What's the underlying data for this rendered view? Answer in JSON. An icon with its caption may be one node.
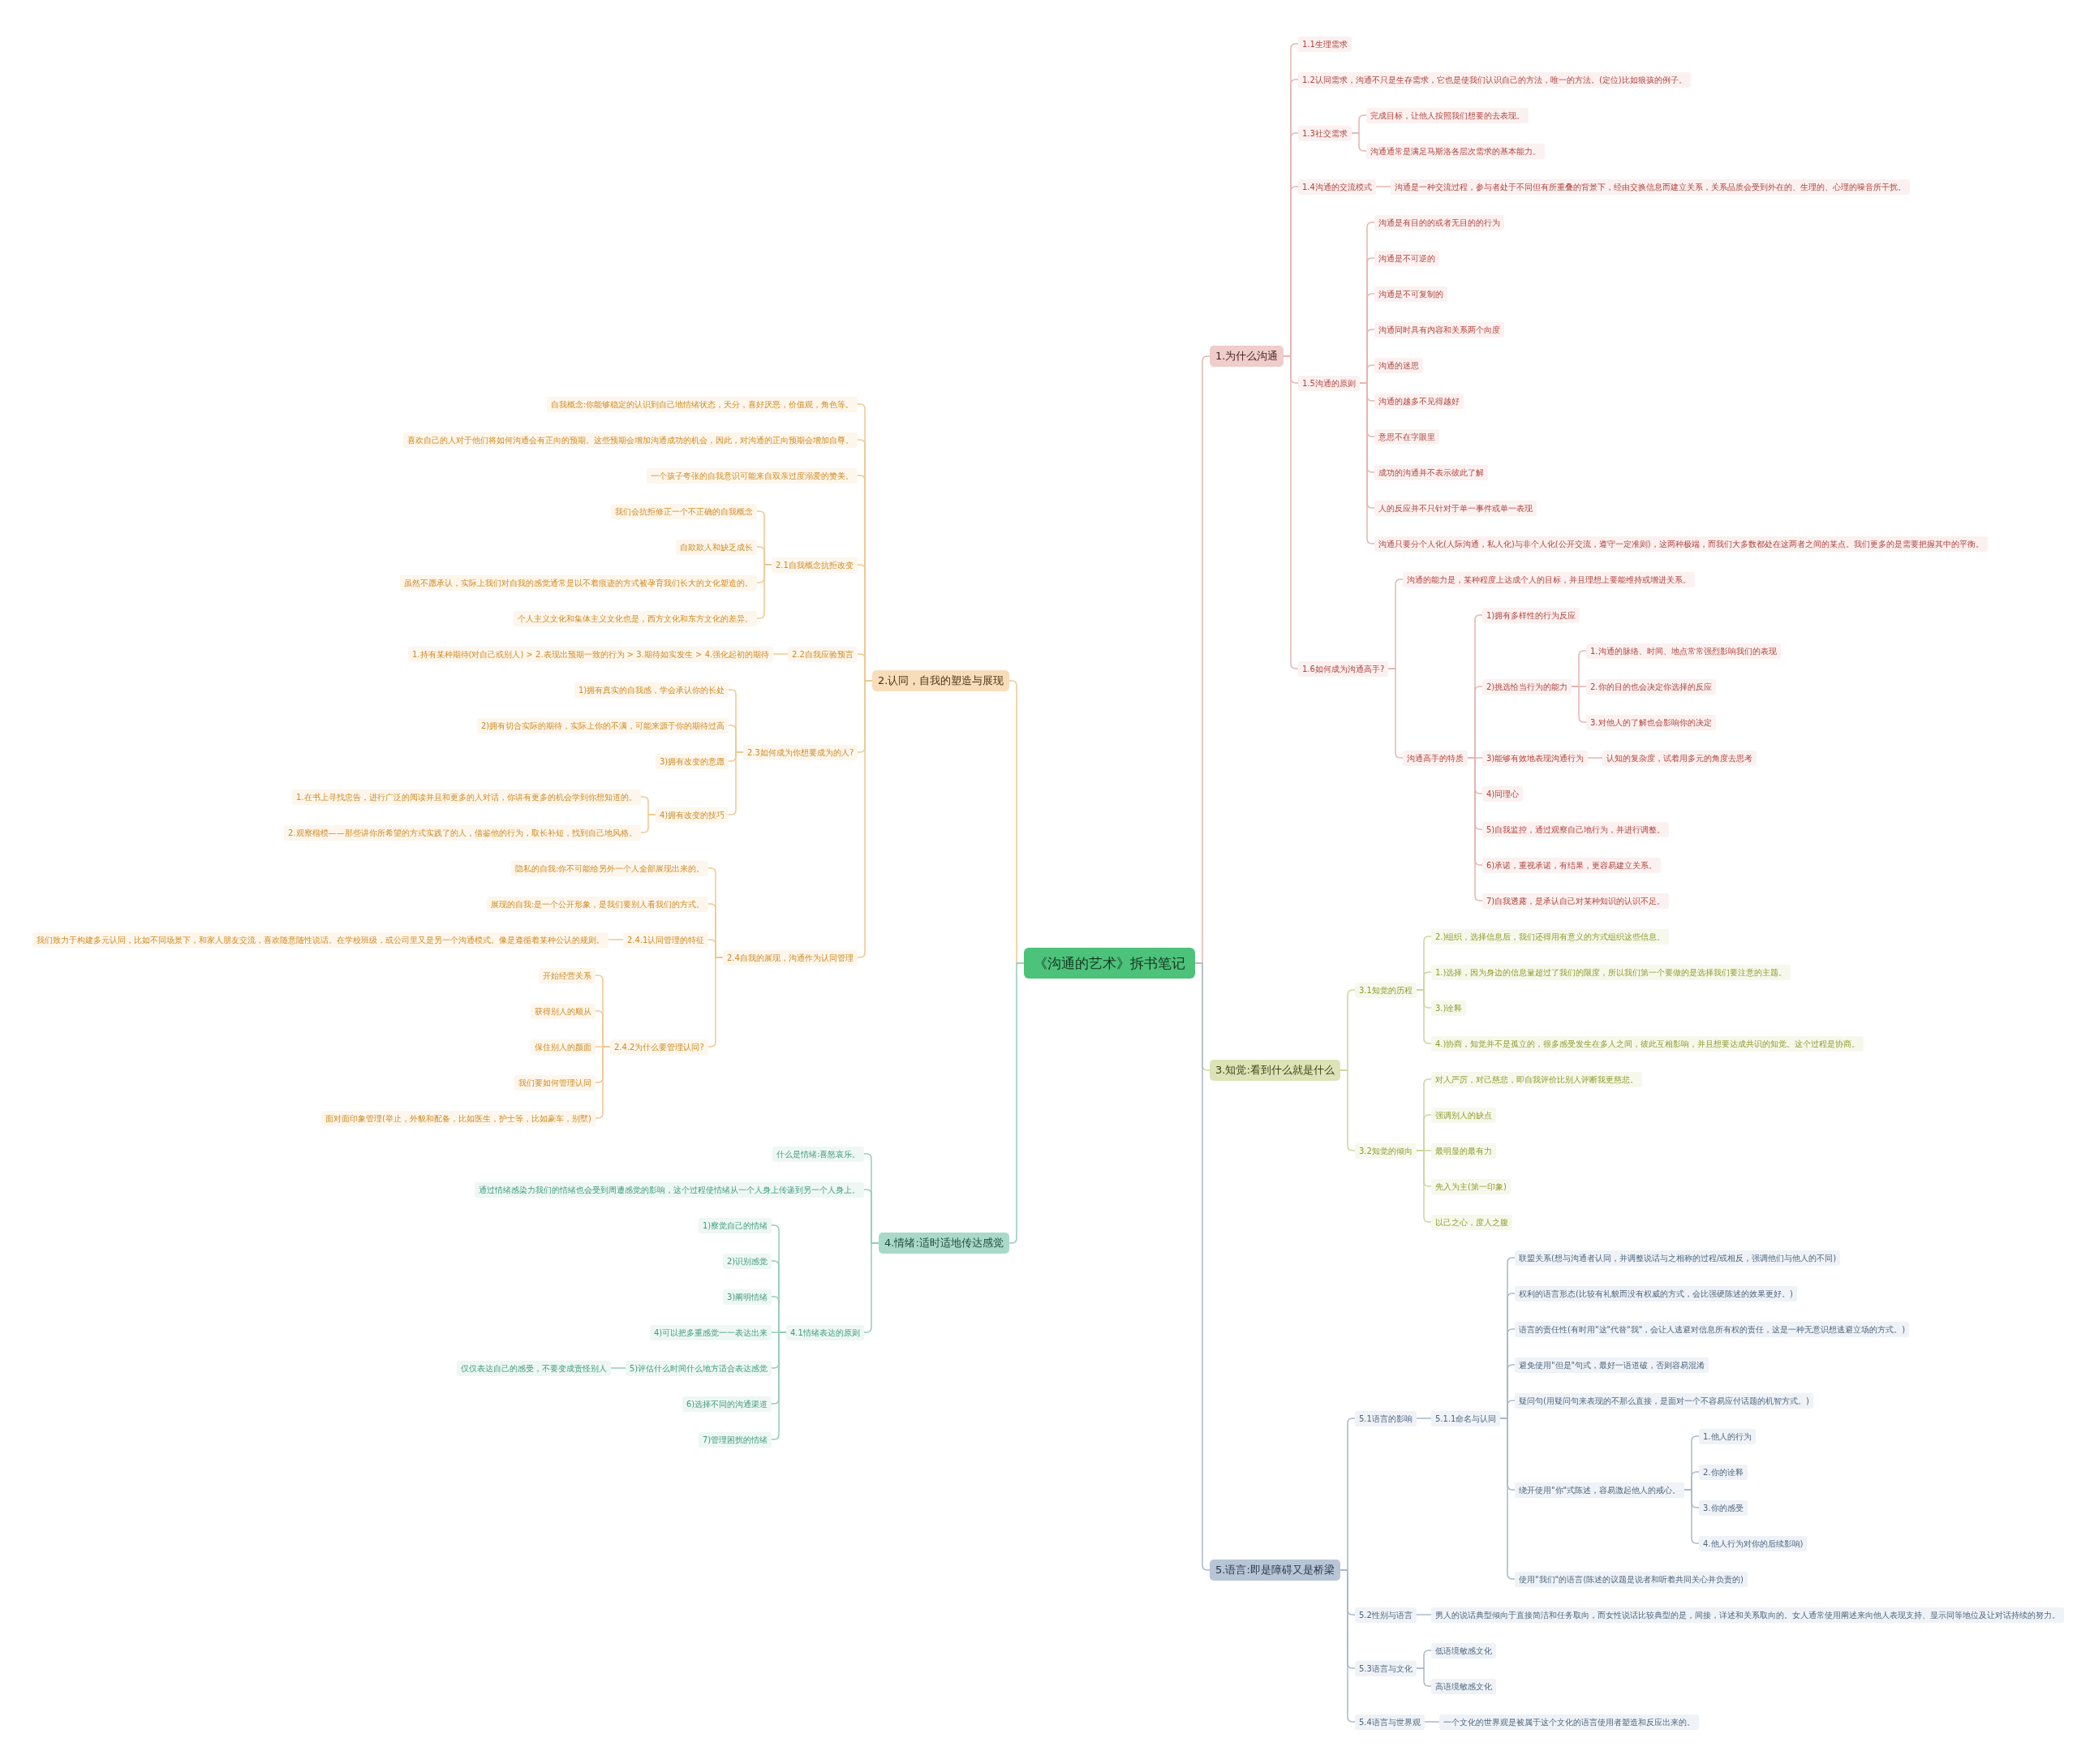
{
  "diagram": {
    "nodes": [
      {
        "text": [
          "《沟通的艺术》拆书笔记"
        ]
      },
      {
        "text": [
          "1.为什么沟通"
        ]
      },
      {
        "text": [
          "1.1生理需求"
        ]
      },
      {
        "text": [
          "1.2认同需求，沟通不只是生存需求，它也是使我们认识自己的方法，唯一的方法。(定位)比如狼孩的例子。"
        ]
      },
      {
        "text": [
          "1.3社交需求"
        ]
      },
      {
        "text": [
          "完成目标，让他人按照我们想要的去表现。"
        ]
      },
      {
        "text": [
          "沟通通常是满足马斯洛各层次需求的基本能力。"
        ]
      },
      {
        "text": [
          "1.4沟通的交流模式"
        ]
      },
      {
        "text": [
          "沟通是一种交流过程，参与者处于不同但有所重叠的背景下，经由交换信息而建立关系，关系品质会受到外在的、生理的、心理的噪音所干扰。"
        ]
      },
      {
        "text": [
          "1.5沟通的原则"
        ]
      },
      {
        "text": [
          "沟通是有目的的或者无目的的行为"
        ]
      },
      {
        "text": [
          "沟通是不可逆的"
        ]
      },
      {
        "text": [
          "沟通是不可复制的"
        ]
      },
      {
        "text": [
          "沟通同时具有内容和关系两个向度"
        ]
      },
      {
        "text": [
          "沟通的迷思"
        ]
      },
      {
        "text": [
          "沟通的越多不见得越好"
        ]
      },
      {
        "text": [
          "意思不在字眼里"
        ]
      },
      {
        "text": [
          "成功的沟通并不表示彼此了解"
        ]
      },
      {
        "text": [
          "人的反应并不只针对于单一事件或单一表现"
        ]
      },
      {
        "text": [
          "沟通只要分个人化(人际沟通，私人化)与非个人化(公开交流，遵守一定准则)，这两种极端，而我们大多数都处在这两者之间的某点。我们更多的是需要把握其中的平衡。"
        ]
      },
      {
        "text": [
          "1.6如何成为沟通高手?"
        ]
      },
      {
        "text": [
          "沟通的能力是，某种程度上达成个人的目标，并且理想上要能维持或增进关系。"
        ]
      },
      {
        "text": [
          "沟通高手的特质"
        ]
      },
      {
        "text": [
          "1)拥有多样性的行为反应"
        ]
      },
      {
        "text": [
          "2)挑选恰当行为的能力"
        ]
      },
      {
        "text": [
          "1.沟通的脉络、时间、地点常常强烈影响我们的表现"
        ]
      },
      {
        "text": [
          "2.你的目的也会决定你选择的反应"
        ]
      },
      {
        "text": [
          "3.对他人的了解也会影响你的决定"
        ]
      },
      {
        "text": [
          "3)能够有效地表现沟通行为"
        ]
      },
      {
        "text": [
          "认知的复杂度，试着用多元的角度去思考"
        ]
      },
      {
        "text": [
          "4)同理心"
        ]
      },
      {
        "text": [
          "5)自我监控，通过观察自己地行为，并进行调整。"
        ]
      },
      {
        "text": [
          "6)承诺，重视承诺，有结果，更容易建立关系。"
        ]
      },
      {
        "text": [
          "7)自我透露，是承认自己对某种知识的认识不足。"
        ]
      },
      {
        "text": [
          "2.认同，自我的塑造与展现"
        ]
      },
      {
        "text": [
          "自我概念:你能够稳定的认识到自己地情绪状态，天分，喜好厌恶，价值观，角色等。"
        ]
      },
      {
        "text": [
          "喜欢自己的人对于他们将如何沟通会有正向的预期。这些预期会增加沟通成功的机会，因此，对沟通的正向预期会增加自尊。"
        ]
      },
      {
        "text": [
          "一个孩子夸张的自我意识可能来自双亲过度溺爱的赞美。"
        ]
      },
      {
        "text": [
          "2.1自我概念抗拒改变"
        ]
      },
      {
        "text": [
          "我们会抗拒修正一个不正确的自我概念"
        ]
      },
      {
        "text": [
          "自欺欺人和缺乏成长"
        ]
      },
      {
        "text": [
          "虽然不愿承认，实际上我们对自我的感觉通常是以不着痕迹的方式被孕育我们长大的文化塑造的。"
        ]
      },
      {
        "text": [
          "个人主义文化和集体主义文化也是，西方文化和东方文化的差异。"
        ]
      },
      {
        "text": [
          "2.2自我应验预言"
        ]
      },
      {
        "text": [
          "1.持有某种期待(对自己或别人) > 2.表现出预期一致的行为 > 3.期待如实发生 > 4.强化起初的期待"
        ]
      },
      {
        "text": [
          "2.3如何成为你想要成为的人?"
        ]
      },
      {
        "text": [
          "1)拥有真实的自我感，学会承认你的长处"
        ]
      },
      {
        "text": [
          "2)拥有切合实际的期待，实际上你的不满，可能来源于你的期待过高"
        ]
      },
      {
        "text": [
          "3)拥有改变的意愿"
        ]
      },
      {
        "text": [
          "4)拥有改变的技巧"
        ]
      },
      {
        "text": [
          "1.在书上寻找忠告，进行广泛的阅读并且和更多的人对话，你讲有更多的机会学到你想知道的。"
        ]
      },
      {
        "text": [
          "2.观察楷模——那些讲你所希望的方式实践了的人，借鉴他的行为，取长补短，找到自己地风格。"
        ]
      },
      {
        "text": [
          "2.4自我的展现，沟通作为认同管理"
        ]
      },
      {
        "text": [
          "隐私的自我:你不可能给另外一个人全部展现出来的。"
        ]
      },
      {
        "text": [
          "展现的自我:是一个公开形象，是我们要别人看我们的方式。"
        ]
      },
      {
        "text": [
          "2.4.1认同管理的特征"
        ]
      },
      {
        "text": [
          "我们致力于构建多元认同，比如不同场景下，和家人朋友交流，喜欢随意随性说话。在学校班级，或公司里又是另一个沟通模式。像是遵循着某种公认的规则。"
        ]
      },
      {
        "text": [
          "2.4.2为什么要管理认同?"
        ]
      },
      {
        "text": [
          "开始经营关系"
        ]
      },
      {
        "text": [
          "获得别人的顺从"
        ]
      },
      {
        "text": [
          "保住别人的颜面"
        ]
      },
      {
        "text": [
          "我们要如何管理认同"
        ]
      },
      {
        "text": [
          "面对面印象管理(举止，外貌和配备，比如医生，护士等，比如豪车，别墅)"
        ]
      },
      {
        "text": [
          "3.知觉:看到什么就是什么"
        ]
      },
      {
        "text": [
          "3.1知觉的历程"
        ]
      },
      {
        "text": [
          "2.)组织，选择信息后，我们还得用有意义的方式组织这些信息。"
        ]
      },
      {
        "text": [
          "1.)选择，因为身边的信息量超过了我们的限度，所以我们第一个要做的是选择我们要注意的主题。"
        ]
      },
      {
        "text": [
          "3.)诠释"
        ]
      },
      {
        "text": [
          "4.)协商，知觉并不是孤立的，很多感受发生在多人之间，彼此互相影响，并且想要达成共识的知觉。这个过程是协商。"
        ]
      },
      {
        "text": [
          "3.2知觉的倾向"
        ]
      },
      {
        "text": [
          "对人严厉，对己慈悲，即自我评价比别人评断我更慈悲。"
        ]
      },
      {
        "text": [
          "强调别人的缺点"
        ]
      },
      {
        "text": [
          "最明显的最有力"
        ]
      },
      {
        "text": [
          "先入为主(第一印象)"
        ]
      },
      {
        "text": [
          "以己之心，度人之腹"
        ]
      },
      {
        "text": [
          "4.情绪:适时适地传达感觉"
        ]
      },
      {
        "text": [
          "什么是情绪:喜怒哀乐。"
        ]
      },
      {
        "text": [
          "通过情绪感染力我们的情绪也会受到周遭感觉的影响，这个过程使情绪从一个人身上传递到另一个人身上。"
        ]
      },
      {
        "text": [
          "4.1情绪表达的原则"
        ]
      },
      {
        "text": [
          "1)察觉自己的情绪"
        ]
      },
      {
        "text": [
          "2)识别感觉"
        ]
      },
      {
        "text": [
          "3)阐明情绪"
        ]
      },
      {
        "text": [
          "4)可以把多重感觉一一表达出来"
        ]
      },
      {
        "text": [
          "5)评估什么时间什么地方适合表达感觉"
        ]
      },
      {
        "text": [
          "仅仅表达自己的感受，不要变成责怪别人"
        ]
      },
      {
        "text": [
          "6)选择不同的沟通渠道"
        ]
      },
      {
        "text": [
          "7)管理困扰的情绪"
        ]
      },
      {
        "text": [
          "5.语言:即是障碍又是桥梁"
        ]
      },
      {
        "text": [
          "5.1语言的影响"
        ]
      },
      {
        "text": [
          "5.1.1命名与认同"
        ]
      },
      {
        "text": [
          "联盟关系(想与沟通者认同，并调整说话与之相称的过程/或相反，强调他们与他人的不同)"
        ]
      },
      {
        "text": [
          "权利的语言形态(比较有礼貌而没有权威的方式，会比强硬陈述的效果更好。)"
        ]
      },
      {
        "text": [
          "语言的责任性(有时用\"这\"代替\"我\"，会让人逃避对信息所有权的责任，这是一种无意识想逃避立场的方式。)"
        ]
      },
      {
        "text": [
          "避免使用\"但是\"句式，最好一语道破，否则容易混淆"
        ]
      },
      {
        "text": [
          "疑问句(用疑问句来表现的不那么直接，是面对一个不容易应付话题的机智方式。)"
        ]
      },
      {
        "text": [
          "绕开使用\"你\"式陈述，容易激起他人的戒心。"
        ]
      },
      {
        "text": [
          "1.他人的行为"
        ]
      },
      {
        "text": [
          "2.你的诠释"
        ]
      },
      {
        "text": [
          "3.你的感受"
        ]
      },
      {
        "text": [
          "4.他人行为对你的后续影响)"
        ]
      },
      {
        "text": [
          "使用\"我们\"的语言(陈述的议题是说者和听着共同关心并负责的)"
        ]
      },
      {
        "text": [
          "5.2性别与语言"
        ]
      },
      {
        "text": [
          "男人的说话典型倾向于直接简洁和任务取向，而女性说话比较典型的是，间接，详述和关系取向的。女人通常使用阐述来向他人表现支持、显示同等地位及让对话持续的努力。"
        ]
      },
      {
        "text": [
          "5.3语言与文化"
        ]
      },
      {
        "text": [
          "低语境敏感文化"
        ]
      },
      {
        "text": [
          "高语境敏感文化"
        ]
      },
      {
        "text": [
          "5.4语言与世界观"
        ]
      },
      {
        "text": [
          "一个文化的世界观是被属于这个文化的语言使用者塑造和反应出来的。"
        ]
      }
    ],
    "edges": [
      {
        "from": 0,
        "to": 1,
        "arrow": "none"
      },
      {
        "from": 1,
        "to": 2,
        "arrow": "none"
      },
      {
        "from": 1,
        "to": 3,
        "arrow": "none"
      },
      {
        "from": 1,
        "to": 4,
        "arrow": "none"
      },
      {
        "from": 4,
        "to": 5,
        "arrow": "none"
      },
      {
        "from": 4,
        "to": 6,
        "arrow": "none"
      },
      {
        "from": 1,
        "to": 7,
        "arrow": "none"
      },
      {
        "from": 7,
        "to": 8,
        "arrow": "none"
      },
      {
        "from": 1,
        "to": 9,
        "arrow": "none"
      },
      {
        "from": 9,
        "to": 10,
        "arrow": "none"
      },
      {
        "from": 9,
        "to": 11,
        "arrow": "none"
      },
      {
        "from": 9,
        "to": 12,
        "arrow": "none"
      },
      {
        "from": 9,
        "to": 13,
        "arrow": "none"
      },
      {
        "from": 9,
        "to": 14,
        "arrow": "none"
      },
      {
        "from": 9,
        "to": 15,
        "arrow": "none"
      },
      {
        "from": 9,
        "to": 16,
        "arrow": "none"
      },
      {
        "from": 9,
        "to": 17,
        "arrow": "none"
      },
      {
        "from": 9,
        "to": 18,
        "arrow": "none"
      },
      {
        "from": 9,
        "to": 19,
        "arrow": "none"
      },
      {
        "from": 1,
        "to": 20,
        "arrow": "none"
      },
      {
        "from": 20,
        "to": 21,
        "arrow": "none"
      },
      {
        "from": 20,
        "to": 22,
        "arrow": "none"
      },
      {
        "from": 22,
        "to": 23,
        "arrow": "none"
      },
      {
        "from": 22,
        "to": 24,
        "arrow": "none"
      },
      {
        "from": 24,
        "to": 25,
        "arrow": "none"
      },
      {
        "from": 24,
        "to": 26,
        "arrow": "none"
      },
      {
        "from": 24,
        "to": 27,
        "arrow": "none"
      },
      {
        "from": 22,
        "to": 28,
        "arrow": "none"
      },
      {
        "from": 28,
        "to": 29,
        "arrow": "none"
      },
      {
        "from": 22,
        "to": 30,
        "arrow": "none"
      },
      {
        "from": 22,
        "to": 31,
        "arrow": "none"
      },
      {
        "from": 22,
        "to": 32,
        "arrow": "none"
      },
      {
        "from": 22,
        "to": 33,
        "arrow": "none"
      },
      {
        "from": 0,
        "to": 34,
        "arrow": "none",
        "color": "#f0c88e"
      },
      {
        "from": 34,
        "to": 35,
        "arrow": "none",
        "color": "#f0c88e"
      },
      {
        "from": 34,
        "to": 36,
        "arrow": "none",
        "color": "#f0c88e"
      },
      {
        "from": 34,
        "to": 37,
        "arrow": "none",
        "color": "#f0c88e"
      },
      {
        "from": 34,
        "to": 38,
        "arrow": "none",
        "color": "#f0c88e"
      },
      {
        "from": 38,
        "to": 39,
        "arrow": "none",
        "color": "#f0c88e"
      },
      {
        "from": 38,
        "to": 40,
        "arrow": "none",
        "color": "#f0c88e"
      },
      {
        "from": 38,
        "to": 41,
        "arrow": "none",
        "color": "#f0c88e"
      },
      {
        "from": 38,
        "to": 42,
        "arrow": "none",
        "color": "#f0c88e"
      },
      {
        "from": 34,
        "to": 43,
        "arrow": "none",
        "color": "#f0c88e"
      },
      {
        "from": 43,
        "to": 44,
        "arrow": "none",
        "color": "#f0c88e"
      },
      {
        "from": 34,
        "to": 45,
        "arrow": "none",
        "color": "#f0c88e"
      },
      {
        "from": 45,
        "to": 46,
        "arrow": "none",
        "color": "#f0c88e"
      },
      {
        "from": 45,
        "to": 47,
        "arrow": "none",
        "color": "#f0c88e"
      },
      {
        "from": 45,
        "to": 48,
        "arrow": "none",
        "color": "#f0c88e"
      },
      {
        "from": 45,
        "to": 49,
        "arrow": "none",
        "color": "#f0c88e"
      },
      {
        "from": 49,
        "to": 50,
        "arrow": "none",
        "color": "#f0c88e"
      },
      {
        "from": 49,
        "to": 51,
        "arrow": "none",
        "color": "#f0c88e"
      },
      {
        "from": 34,
        "to": 52,
        "arrow": "none",
        "color": "#f0c88e"
      },
      {
        "from": 52,
        "to": 53,
        "arrow": "none",
        "color": "#f0c88e"
      },
      {
        "from": 52,
        "to": 54,
        "arrow": "none",
        "color": "#f0c88e"
      },
      {
        "from": 52,
        "to": 55,
        "arrow": "none",
        "color": "#f0c88e"
      },
      {
        "from": 55,
        "to": 56,
        "arrow": "none",
        "color": "#f0c88e"
      },
      {
        "from": 52,
        "to": 57,
        "arrow": "none",
        "color": "#f0c88e"
      },
      {
        "from": 57,
        "to": 58,
        "arrow": "none",
        "color": "#f0c88e"
      },
      {
        "from": 57,
        "to": 59,
        "arrow": "none",
        "color": "#f0c88e"
      },
      {
        "from": 57,
        "to": 60,
        "arrow": "none",
        "color": "#f0c88e"
      },
      {
        "from": 57,
        "to": 61,
        "arrow": "none",
        "color": "#f0c88e"
      },
      {
        "from": 57,
        "to": 62,
        "arrow": "none",
        "color": "#f0c88e"
      },
      {
        "from": 0,
        "to": 63,
        "arrow": "none",
        "color": "#cdd59b"
      },
      {
        "from": 63,
        "to": 64,
        "arrow": "none",
        "color": "#cdd59b"
      },
      {
        "from": 64,
        "to": 65,
        "arrow": "none",
        "color": "#cdd59b"
      },
      {
        "from": 64,
        "to": 66,
        "arrow": "none",
        "color": "#cdd59b"
      },
      {
        "from": 64,
        "to": 67,
        "arrow": "none",
        "color": "#cdd59b"
      },
      {
        "from": 64,
        "to": 68,
        "arrow": "none",
        "color": "#cdd59b"
      },
      {
        "from": 63,
        "to": 69,
        "arrow": "none",
        "color": "#cdd59b"
      },
      {
        "from": 69,
        "to": 70,
        "arrow": "none",
        "color": "#cdd59b"
      },
      {
        "from": 69,
        "to": 71,
        "arrow": "none",
        "color": "#cdd59b"
      },
      {
        "from": 69,
        "to": 72,
        "arrow": "none",
        "color": "#cdd59b"
      },
      {
        "from": 69,
        "to": 73,
        "arrow": "none",
        "color": "#cdd59b"
      },
      {
        "from": 69,
        "to": 74,
        "arrow": "none",
        "color": "#cdd59b"
      },
      {
        "from": 0,
        "to": 75,
        "arrow": "none",
        "color": "#93cdb9"
      },
      {
        "from": 75,
        "to": 76,
        "arrow": "none",
        "color": "#93cdb9"
      },
      {
        "from": 75,
        "to": 77,
        "arrow": "none",
        "color": "#93cdb9"
      },
      {
        "from": 75,
        "to": 78,
        "arrow": "none",
        "color": "#93cdb9"
      },
      {
        "from": 78,
        "to": 79,
        "arrow": "none",
        "color": "#93cdb9"
      },
      {
        "from": 78,
        "to": 80,
        "arrow": "none",
        "color": "#93cdb9"
      },
      {
        "from": 78,
        "to": 81,
        "arrow": "none",
        "color": "#93cdb9"
      },
      {
        "from": 78,
        "to": 82,
        "arrow": "none",
        "color": "#93cdb9"
      },
      {
        "from": 78,
        "to": 83,
        "arrow": "none",
        "color": "#93cdb9"
      },
      {
        "from": 83,
        "to": 84,
        "arrow": "none",
        "color": "#93cdb9"
      },
      {
        "from": 78,
        "to": 85,
        "arrow": "none",
        "color": "#93cdb9"
      },
      {
        "from": 78,
        "to": 86,
        "arrow": "none",
        "color": "#93cdb9"
      },
      {
        "from": 0,
        "to": 87,
        "arrow": "none",
        "color": "#a9b8cb"
      },
      {
        "from": 87,
        "to": 88,
        "arrow": "none",
        "color": "#a9b8cb"
      },
      {
        "from": 88,
        "to": 89,
        "arrow": "none",
        "color": "#a9b8cb"
      },
      {
        "from": 89,
        "to": 90,
        "arrow": "none",
        "color": "#a9b8cb"
      },
      {
        "from": 89,
        "to": 91,
        "arrow": "none",
        "color": "#a9b8cb"
      },
      {
        "from": 89,
        "to": 92,
        "arrow": "none",
        "color": "#a9b8cb"
      },
      {
        "from": 89,
        "to": 93,
        "arrow": "none",
        "color": "#a9b8cb"
      },
      {
        "from": 89,
        "to": 94,
        "arrow": "none",
        "color": "#a9b8cb"
      },
      {
        "from": 89,
        "to": 95,
        "arrow": "none",
        "color": "#a9b8cb"
      },
      {
        "from": 95,
        "to": 96,
        "arrow": "none",
        "color": "#a9b8cb"
      },
      {
        "from": 95,
        "to": 97,
        "arrow": "none",
        "color": "#a9b8cb"
      },
      {
        "from": 95,
        "to": 98,
        "arrow": "none",
        "color": "#a9b8cb"
      },
      {
        "from": 95,
        "to": 99,
        "arrow": "none",
        "color": "#a9b8cb"
      },
      {
        "from": 89,
        "to": 100,
        "arrow": "none",
        "color": "#a9b8cb"
      },
      {
        "from": 87,
        "to": 101,
        "arrow": "none",
        "color": "#a9b8cb"
      },
      {
        "from": 101,
        "to": 102,
        "arrow": "none",
        "color": "#a9b8cb"
      },
      {
        "from": 87,
        "to": 103,
        "arrow": "none",
        "color": "#a9b8cb"
      },
      {
        "from": 103,
        "to": 104,
        "arrow": "none",
        "color": "#a9b8cb"
      },
      {
        "from": 103,
        "to": 105,
        "arrow": "none",
        "color": "#a9b8cb"
      },
      {
        "from": 87,
        "to": 106,
        "arrow": "none",
        "color": "#a9b8cb"
      },
      {
        "from": 106,
        "to": 107,
        "arrow": "none",
        "color": "#a9b8cb"
      }
    ]
  }
}
